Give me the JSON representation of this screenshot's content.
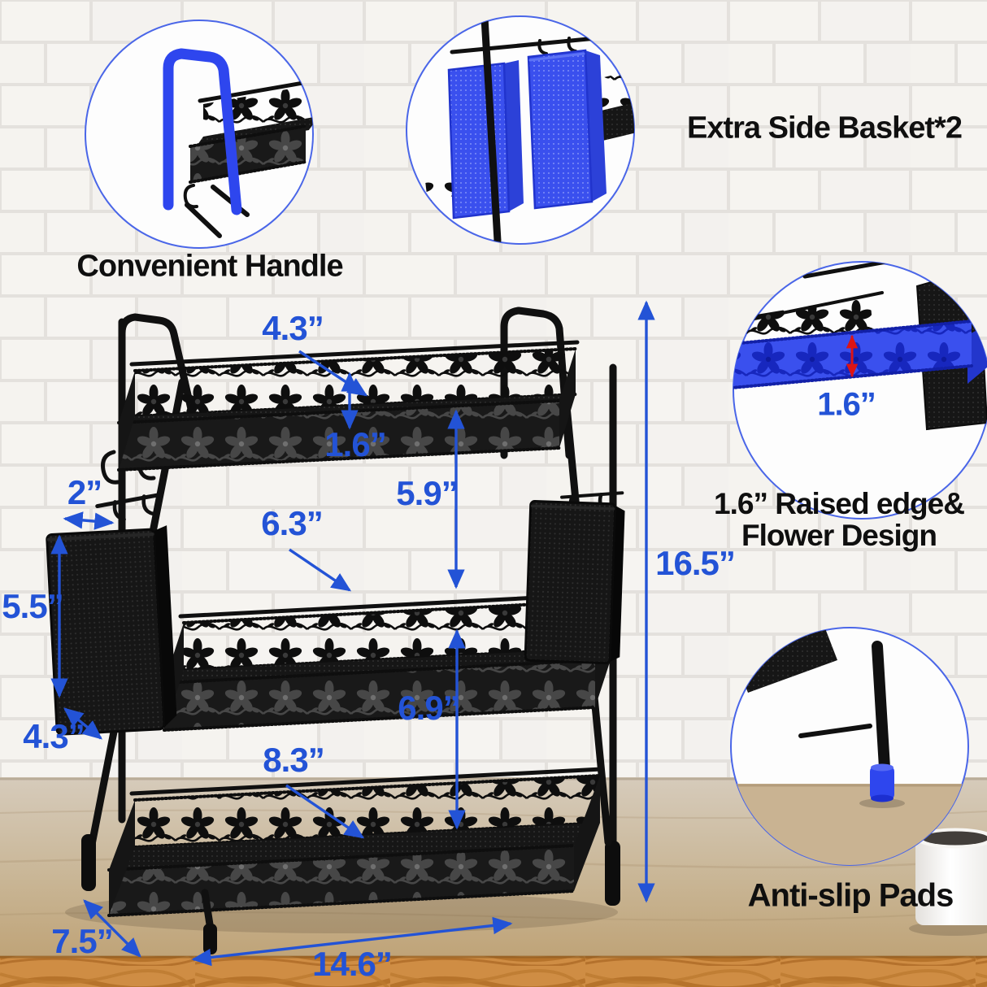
{
  "product": "3-tier flower design spice rack infographic",
  "captions": {
    "handle": "Convenient Handle",
    "side_basket": "Extra Side Basket*2",
    "raised_edge_line1": "1.6” Raised edge&",
    "raised_edge_line2": "Flower Design",
    "anti_slip": "Anti-slip Pads"
  },
  "annotations": {
    "dim_top_shelf_depth": "4.3”",
    "dim_top_edge_height": "1.6”",
    "dim_gap_upper": "5.9”",
    "dim_mid_shelf_depth": "6.3”",
    "dim_side_basket_width": "2”",
    "dim_side_basket_height": "5.5”",
    "dim_side_basket_depth": "4.3”",
    "dim_gap_lower": "6.9”",
    "dim_bottom_shelf_depth": "8.3”",
    "dim_total_height": "16.5”",
    "dim_raised_edge": "1.6”",
    "dim_base_depth": "7.5”",
    "dim_base_width": "14.6”"
  },
  "colors": {
    "annotation_blue": "#2353d6",
    "highlight_blue": "#3a50ee",
    "measure_red": "#dd1414",
    "caption_black": "#0f0f0f"
  }
}
